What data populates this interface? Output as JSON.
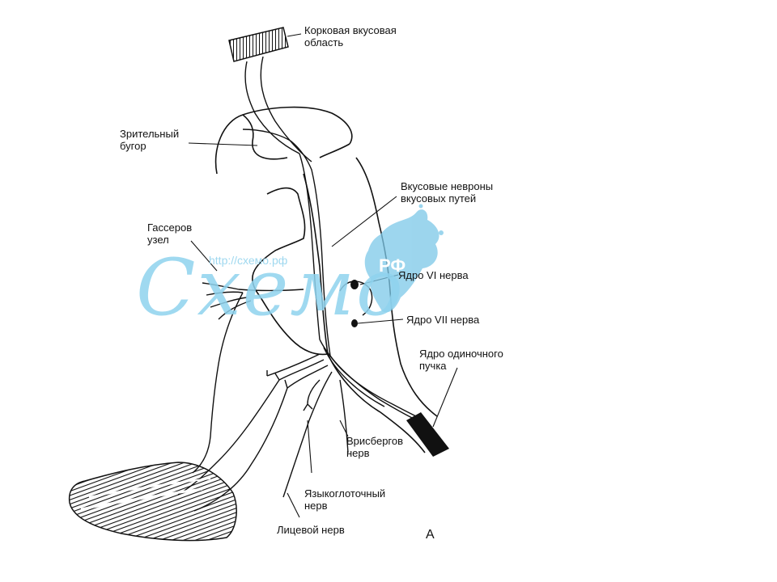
{
  "labels": {
    "cortical_taste_area": "Корковая вкусовая\nобласть",
    "thalamus": "Зрительный\nбугор",
    "gasserian_ganglion": "Гассеров\nузел",
    "taste_neurons": "Вкусовые невроны\nвкусовых путей",
    "nucleus_vi": "Ядро VI нерва",
    "nucleus_vii": "Ядро VII нерва",
    "solitary_nucleus": "Ядро одиночного\nпучка",
    "wrisberg_nerve": "Врисбергов\nнерв",
    "glossopharyngeal_nerve": "Языкоглоточный\nнерв",
    "facial_nerve": "Лицевой нерв",
    "panel_letter": "А"
  },
  "watermark": {
    "url": "http://схемо.рф",
    "logo": "Схемо",
    "badge": "РФ"
  },
  "colors": {
    "ink": "#111111",
    "watermark": "#8fd3ee",
    "watermark_splash": "#7cc8e8"
  }
}
